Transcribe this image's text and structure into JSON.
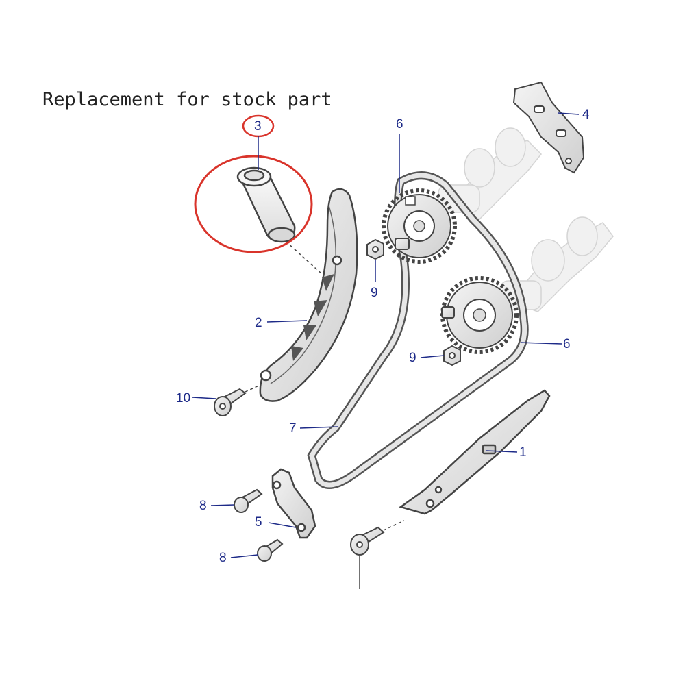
{
  "caption": "Replacement for stock part",
  "highlight_color": "#d9342b",
  "callout_color": "#1d2a88",
  "callouts": {
    "c1": "1",
    "c2": "2",
    "c3": "3",
    "c4": "4",
    "c5": "5",
    "c6a": "6",
    "c6b": "6",
    "c7": "7",
    "c8a": "8",
    "c8b": "8",
    "c9a": "9",
    "c9b": "9",
    "c10": "10"
  }
}
